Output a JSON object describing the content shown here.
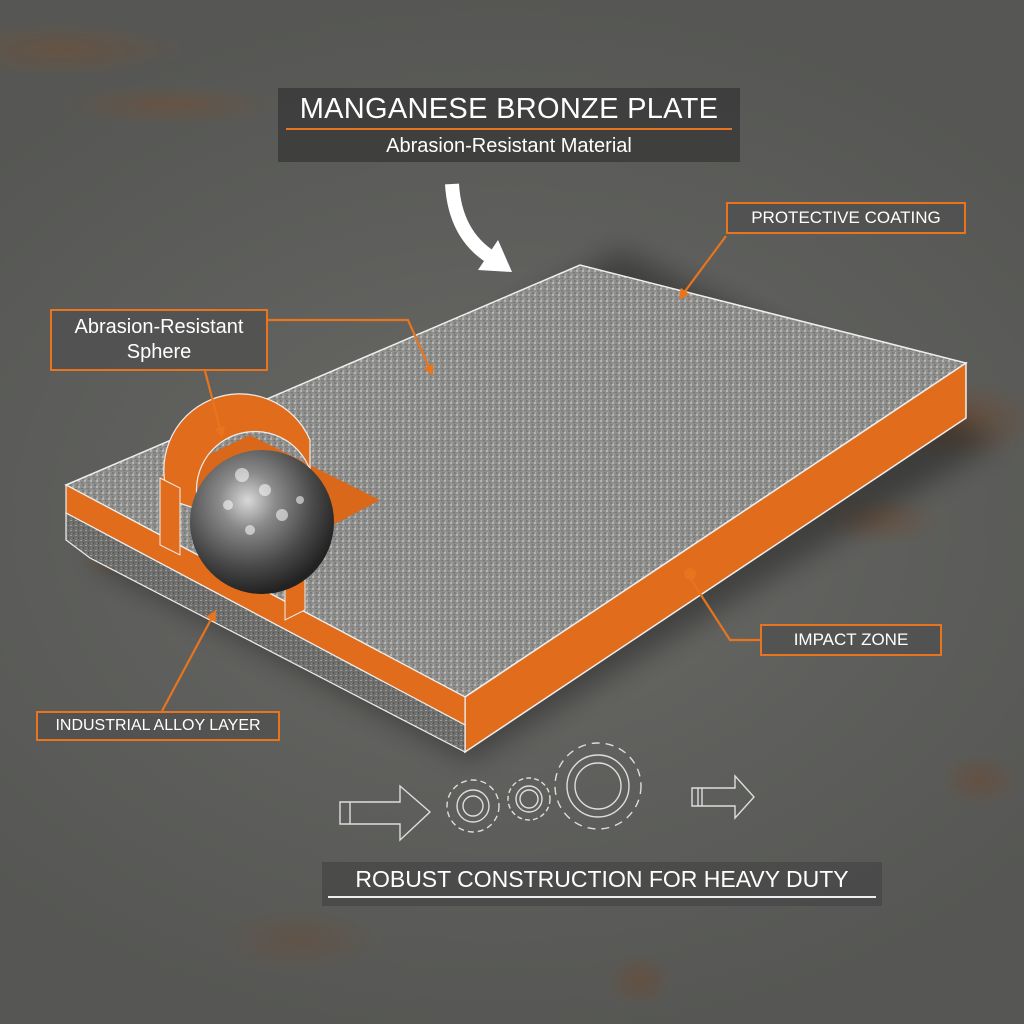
{
  "title": {
    "main": "MANGANESE BRONZE PLATE",
    "subtitle": "Abrasion-Resistant Material"
  },
  "callouts": {
    "protective_coating": "PROTECTIVE COATING",
    "sphere_line1": "Abrasion-Resistant",
    "sphere_line2": "Sphere",
    "impact_zone": "IMPACT ZONE",
    "alloy_layer": "INDUSTRIAL ALLOY LAYER"
  },
  "footer": {
    "tagline": "ROBUST CONSTRUCTION FOR HEAVY DUTY"
  },
  "icons": [
    "curved-arrow-icon",
    "input-arrow-icon",
    "gear-icon",
    "gear-icon",
    "gear-icon",
    "output-arrow-icon"
  ],
  "colors": {
    "accent": "#e8741e",
    "plate_edge": "#e06c1c",
    "plate_top": "#9a9a98",
    "background": "#5e5f5c",
    "label_bg": "#505050",
    "text": "#ffffff"
  }
}
